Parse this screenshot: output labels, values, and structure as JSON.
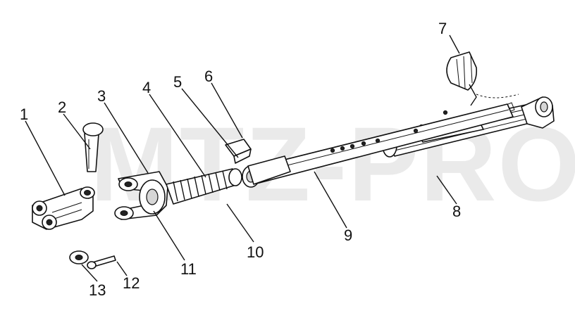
{
  "watermark": "MTZ-PRO",
  "callouts": {
    "c1": "1",
    "c2": "2",
    "c3": "3",
    "c4": "4",
    "c5": "5",
    "c6": "6",
    "c7": "7",
    "c8": "8",
    "c9": "9",
    "c10": "10",
    "c11": "11",
    "c12": "12",
    "c13": "13"
  }
}
